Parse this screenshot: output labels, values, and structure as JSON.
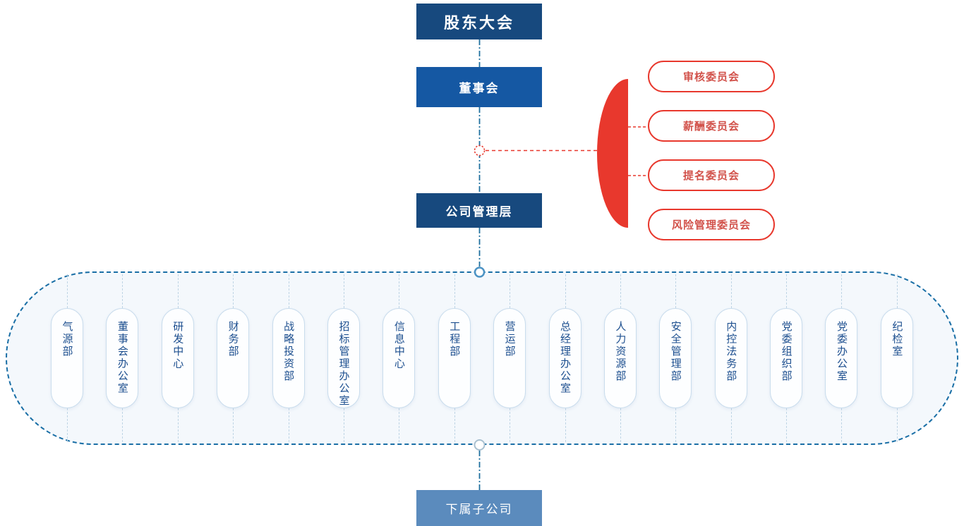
{
  "chart": {
    "top_nodes": {
      "shareholders": "股东大会",
      "board": "董事会",
      "management": "公司管理层",
      "subsidiary": "下属子公司"
    },
    "committees": [
      "审核委员会",
      "薪酬委员会",
      "提名委员会",
      "风险管理委员会"
    ],
    "departments": [
      "气源部",
      "董事会办公室",
      "研发中心",
      "财务部",
      "战略投资部",
      "招标管理办公室",
      "信息中心",
      "工程部",
      "营运部",
      "总经理办公室",
      "人力资源部",
      "安全管理部",
      "内控法务部",
      "党委组织部",
      "党委办公室",
      "纪检室"
    ]
  },
  "colors": {
    "navy": "#17497E",
    "blue": "#1558A3",
    "steel": "#5B8BBD",
    "red": "#E8382D",
    "redText": "#D2524B",
    "deptText": "#1D4F8F",
    "pillBorder": "#CADDED",
    "sepLine": "#BFD5E5",
    "containerBorder": "#1A6FA6",
    "containerBg": "#F4F8FC",
    "connector": "#20709F",
    "circleBlue": "#4C93C4",
    "circleGray": "#A9C0D0"
  }
}
